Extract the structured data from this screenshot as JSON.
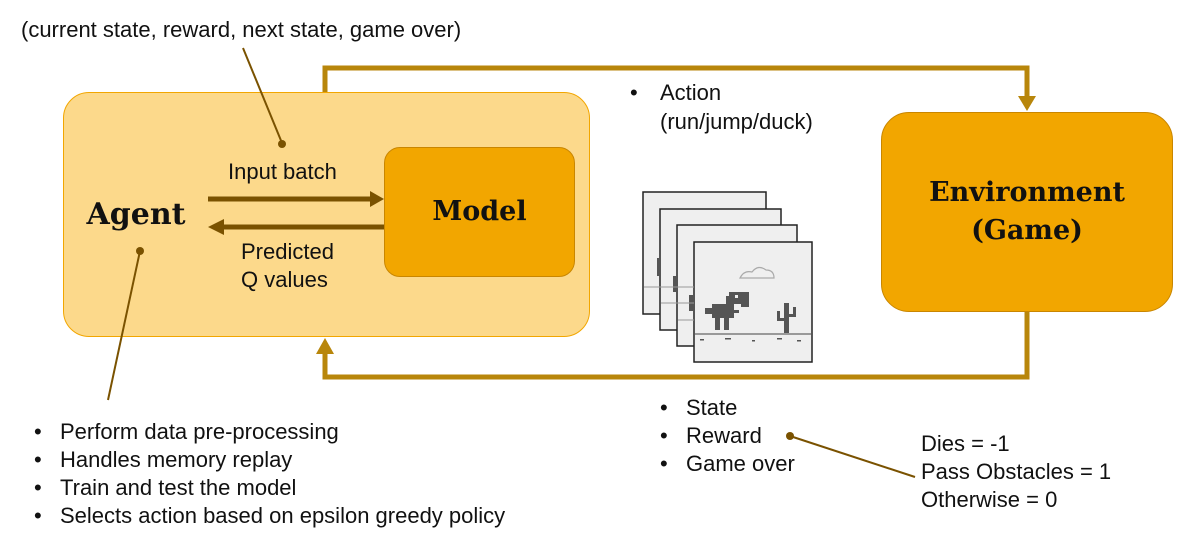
{
  "tuple_label": "(current state, reward, next state, game over)",
  "agent": {
    "title": "Agent",
    "input_label": "Input batch",
    "predicted_label_line1": "Predicted",
    "predicted_label_line2": "Q values"
  },
  "model": {
    "title": "Model"
  },
  "environment": {
    "title_line1": "Environment",
    "title_line2": "(Game)"
  },
  "action": {
    "line1": "Action",
    "line2": "(run/jump/duck)"
  },
  "agent_responsibilities": [
    "Perform data pre-processing",
    "Handles memory replay",
    "Train and test the model",
    "Selects action based on epsilon greedy policy"
  ],
  "env_outputs": [
    "State",
    "Reward",
    "Game over"
  ],
  "reward_values": [
    "Dies = -1",
    "Pass Obstacles = 1",
    "Otherwise = 0"
  ],
  "colors": {
    "agent_fill": "#fcd98b",
    "model_fill": "#f2a600",
    "env_fill": "#f2a600",
    "loop_arrow": "#b8860b",
    "inner_arrow": "#7a5200"
  },
  "icons": [
    "game-frame-stack-icon",
    "dino-icon",
    "cactus-icon",
    "cloud-icon"
  ]
}
